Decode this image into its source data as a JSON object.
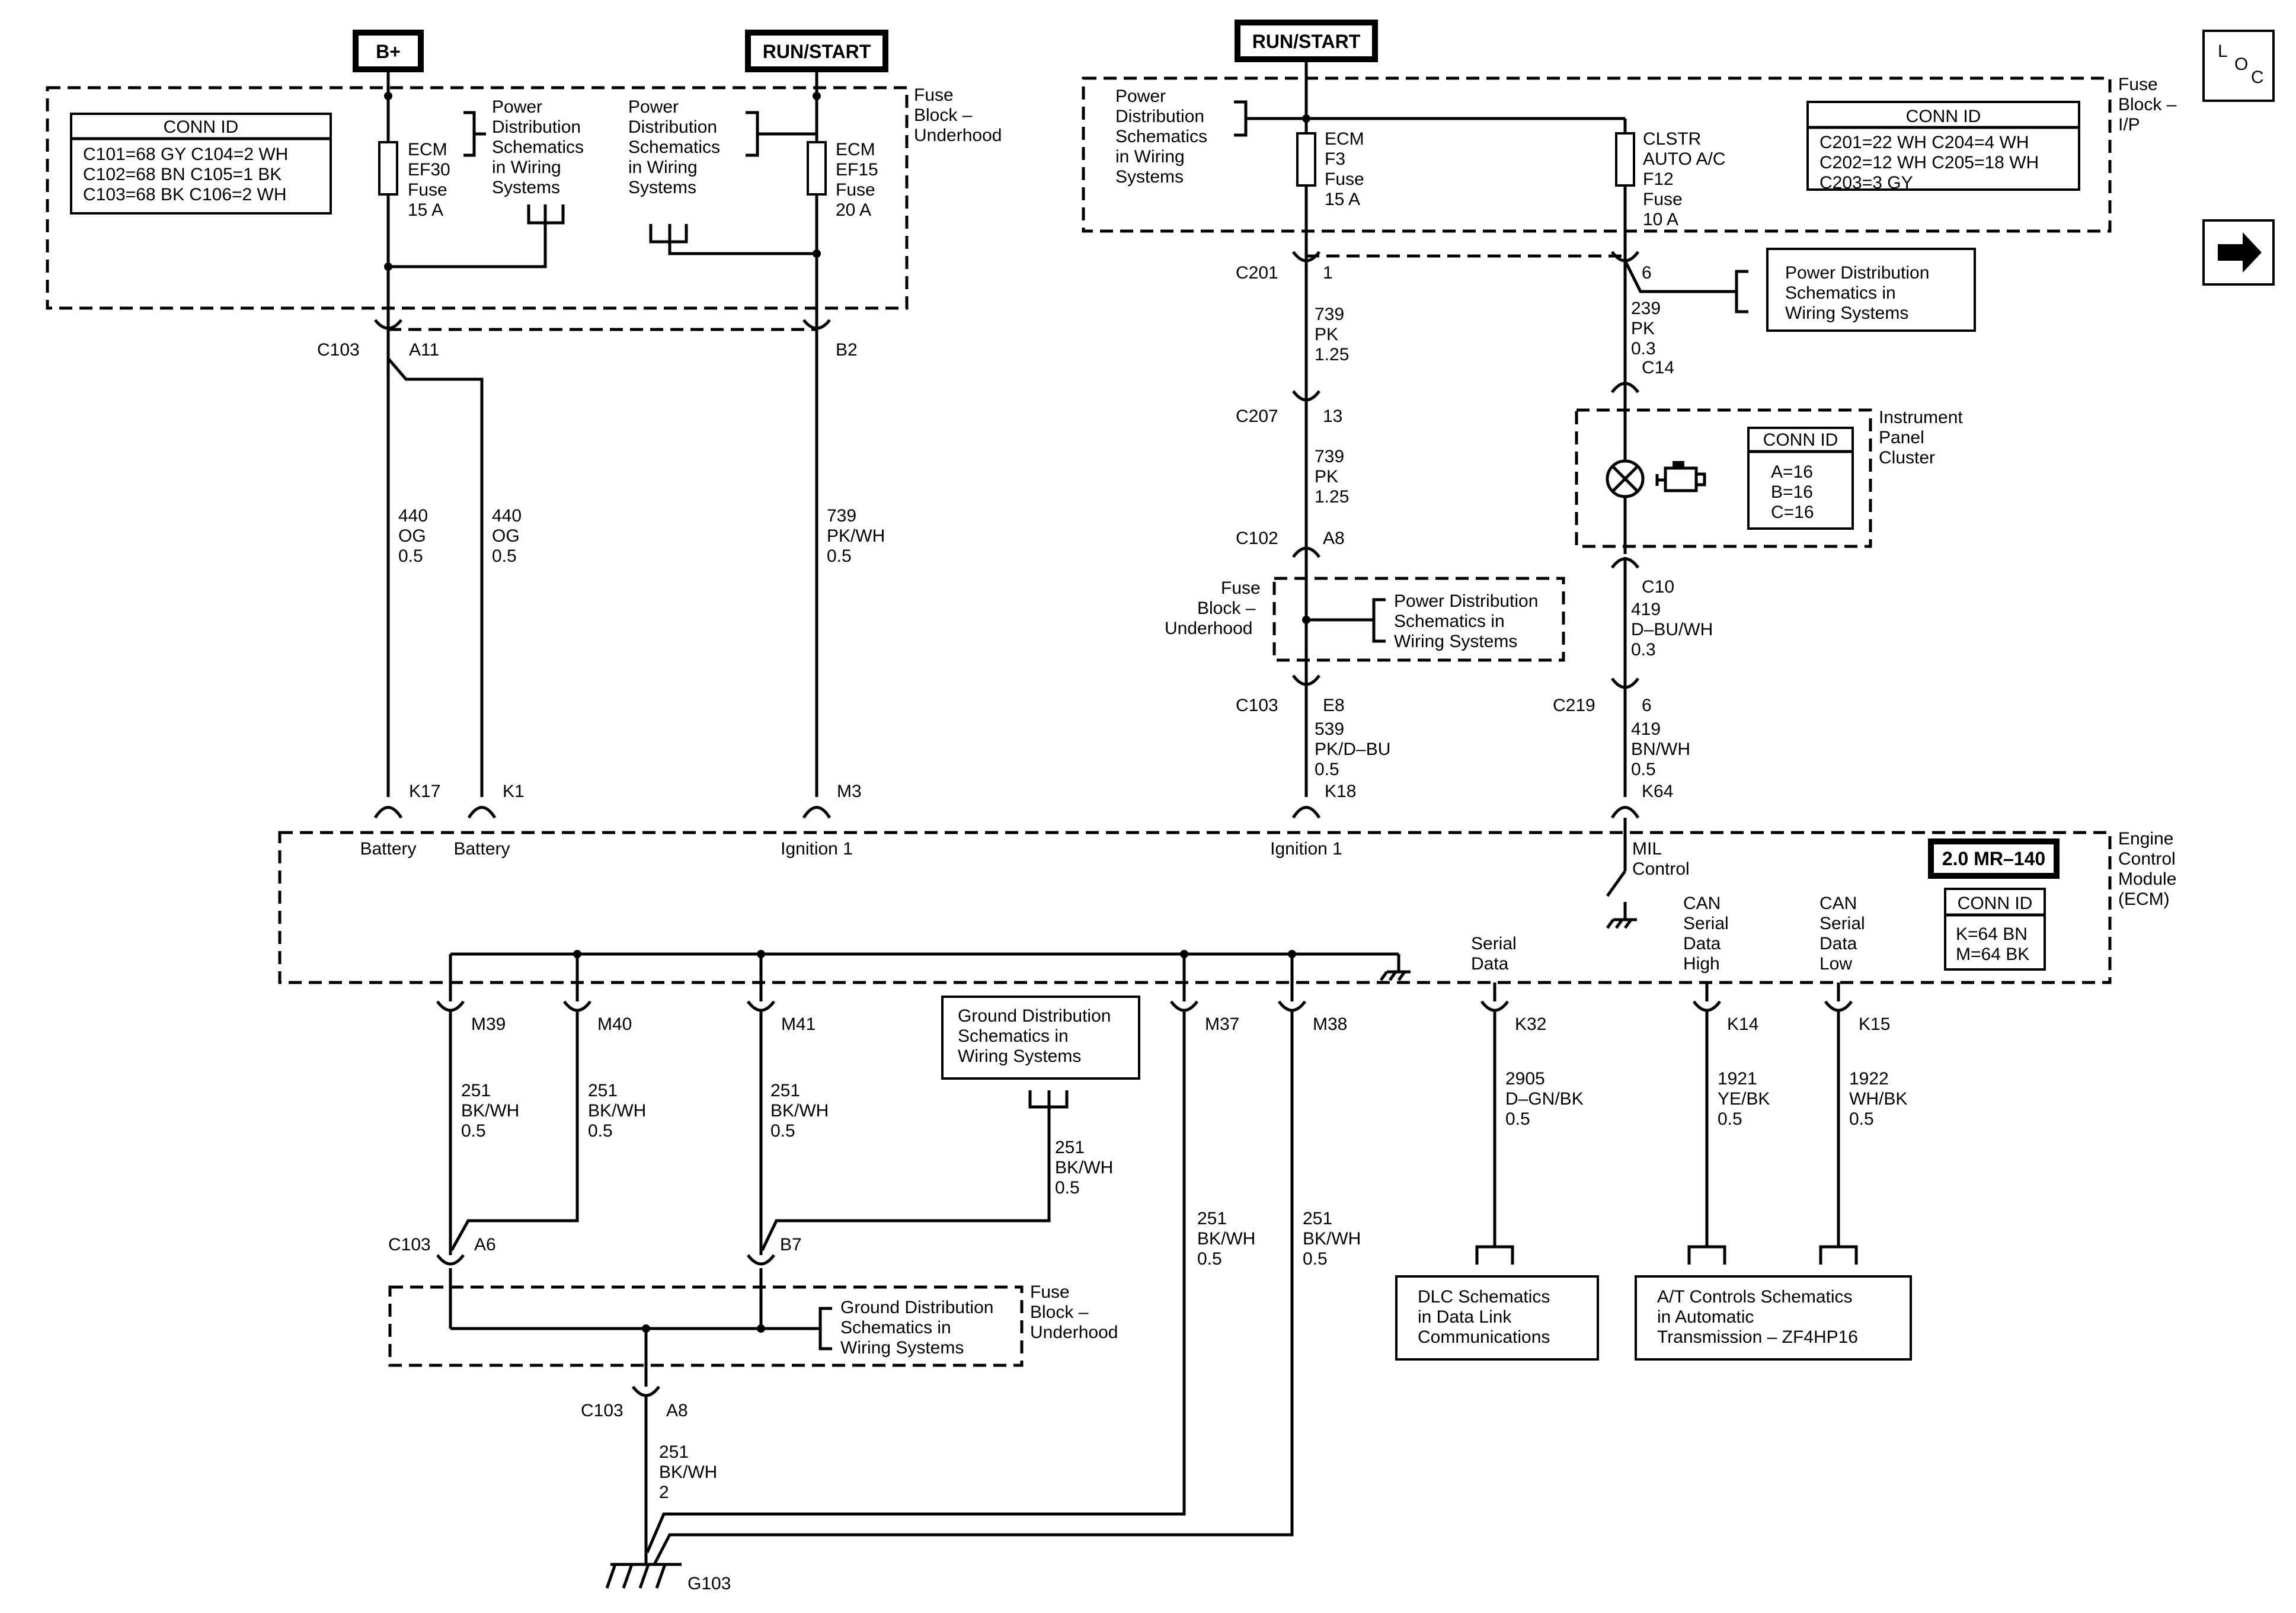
{
  "sources": {
    "b_plus": "B+",
    "run_start_left": "RUN/START",
    "run_start_right": "RUN/START"
  },
  "fuse_block_underhood": {
    "label": [
      "Fuse",
      "Block –",
      "Underhood"
    ],
    "conn_id_title": "CONN ID",
    "conn_id_rows": [
      "C101=68 GY  C104=2 WH",
      "C102=68 BN  C105=1 BK",
      "C103=68 BK  C106=2 WH"
    ],
    "fuse_left": [
      "ECM",
      "EF30",
      "Fuse",
      "15 A"
    ],
    "fuse_right": [
      "ECM",
      "EF15",
      "Fuse",
      "20 A"
    ],
    "pds_left": [
      "Power",
      "Distribution",
      "Schematics",
      "in Wiring",
      "Systems"
    ],
    "pds_right": [
      "Power",
      "Distribution",
      "Schematics",
      "in Wiring",
      "Systems"
    ]
  },
  "fuse_block_ip": {
    "label": [
      "Fuse",
      "Block –",
      "I/P"
    ],
    "pds": [
      "Power",
      "Distribution",
      "Schematics",
      "in Wiring",
      "Systems"
    ],
    "fuse_ecm": [
      "ECM",
      "F3",
      "Fuse",
      "15 A"
    ],
    "fuse_clstr": [
      "CLSTR",
      "AUTO A/C",
      "F12",
      "Fuse",
      "10 A"
    ],
    "conn_id_title": "CONN ID",
    "conn_id_rows": [
      "C201=22 WH  C204=4 WH",
      "C202=12 WH  C205=18 WH",
      "C203=3 GY"
    ]
  },
  "loc_icon": "LOC",
  "left_connectors": {
    "c103_left": "C103",
    "pin_a11": "A11",
    "pin_b2": "B2",
    "wire_440a": [
      "440",
      "OG",
      "0.5"
    ],
    "wire_440b": [
      "440",
      "OG",
      "0.5"
    ],
    "wire_739": [
      "739",
      "PK/WH",
      "0.5"
    ],
    "pin_k17": "K17",
    "pin_k1": "K1",
    "pin_m3": "M3"
  },
  "center_chain": {
    "c201": "C201",
    "pin_1": "1",
    "wire_739a": [
      "739",
      "PK",
      "1.25"
    ],
    "c207": "C207",
    "pin_13": "13",
    "wire_739b": [
      "739",
      "PK",
      "1.25"
    ],
    "c102": "C102",
    "pin_a8": "A8",
    "fuse_block_label": [
      "Fuse",
      "Block –",
      "Underhood"
    ],
    "pds": [
      "Power Distribution",
      "Schematics in",
      "Wiring Systems"
    ],
    "c103": "C103",
    "pin_e8": "E8",
    "wire_539": [
      "539",
      "PK/D–BU",
      "0.5"
    ],
    "pin_k18": "K18"
  },
  "right_chain": {
    "pin_6": "6",
    "pds": [
      "Power Distribution",
      "Schematics in",
      "Wiring Systems"
    ],
    "wire_239": [
      "239",
      "PK",
      "0.3"
    ],
    "c14": "C14",
    "ipc_label": [
      "Instrument",
      "Panel",
      "Cluster"
    ],
    "ipc_conn_title": "CONN ID",
    "ipc_conn_rows": [
      "A=16",
      "B=16",
      "C=16"
    ],
    "c10": "C10",
    "wire_419a": [
      "419",
      "D–BU/WH",
      "0.3"
    ],
    "c219": "C219",
    "pin_6b": "6",
    "wire_419b": [
      "419",
      "BN/WH",
      "0.5"
    ],
    "pin_k64": "K64"
  },
  "ecm": {
    "label": [
      "Engine",
      "Control",
      "Module",
      "(ECM)"
    ],
    "badge": "2.0 MR–140",
    "conn_id_title": "CONN ID",
    "conn_id_rows": [
      "K=64 BN",
      "M=64 BK"
    ],
    "battery_1": "Battery",
    "battery_2": "Battery",
    "ignition_1a": "Ignition 1",
    "ignition_1b": "Ignition 1",
    "mil": [
      "MIL",
      "Control"
    ],
    "serial": [
      "Serial",
      "Data"
    ],
    "can_high": [
      "CAN",
      "Serial",
      "Data",
      "High"
    ],
    "can_low": [
      "CAN",
      "Serial",
      "Data",
      "Low"
    ]
  },
  "grounds": {
    "m39": "M39",
    "m40": "M40",
    "m41": "M41",
    "m37": "M37",
    "m38": "M38",
    "wire_m39": [
      "251",
      "BK/WH",
      "0.5"
    ],
    "wire_m40": [
      "251",
      "BK/WH",
      "0.5"
    ],
    "wire_m41": [
      "251",
      "BK/WH",
      "0.5"
    ],
    "wire_gds": [
      "251",
      "BK/WH",
      "0.5"
    ],
    "wire_m37": [
      "251",
      "BK/WH",
      "0.5"
    ],
    "wire_m38": [
      "251",
      "BK/WH",
      "0.5"
    ],
    "gds_box": [
      "Ground Distribution",
      "Schematics in",
      "Wiring Systems"
    ],
    "c103_a6": "C103",
    "pin_a6": "A6",
    "pin_b7": "B7",
    "fuse_block_label": [
      "Fuse",
      "Block –",
      "Underhood"
    ],
    "gds_inner": [
      "Ground Distribution",
      "Schematics in",
      "Wiring Systems"
    ],
    "c103_a8": "C103",
    "pin_a8": "A8",
    "wire_main": [
      "251",
      "BK/WH",
      "2"
    ],
    "g103": "G103"
  },
  "data_lines": {
    "k32": "K32",
    "k14": "K14",
    "k15": "K15",
    "wire_2905": [
      "2905",
      "D–GN/BK",
      "0.5"
    ],
    "wire_1921": [
      "1921",
      "YE/BK",
      "0.5"
    ],
    "wire_1922": [
      "1922",
      "WH/BK",
      "0.5"
    ],
    "dlc_box": [
      "DLC Schematics",
      "in Data Link",
      "Communications"
    ],
    "at_box": [
      "A/T Controls Schematics",
      "in Automatic",
      "Transmission – ZF4HP16"
    ]
  }
}
